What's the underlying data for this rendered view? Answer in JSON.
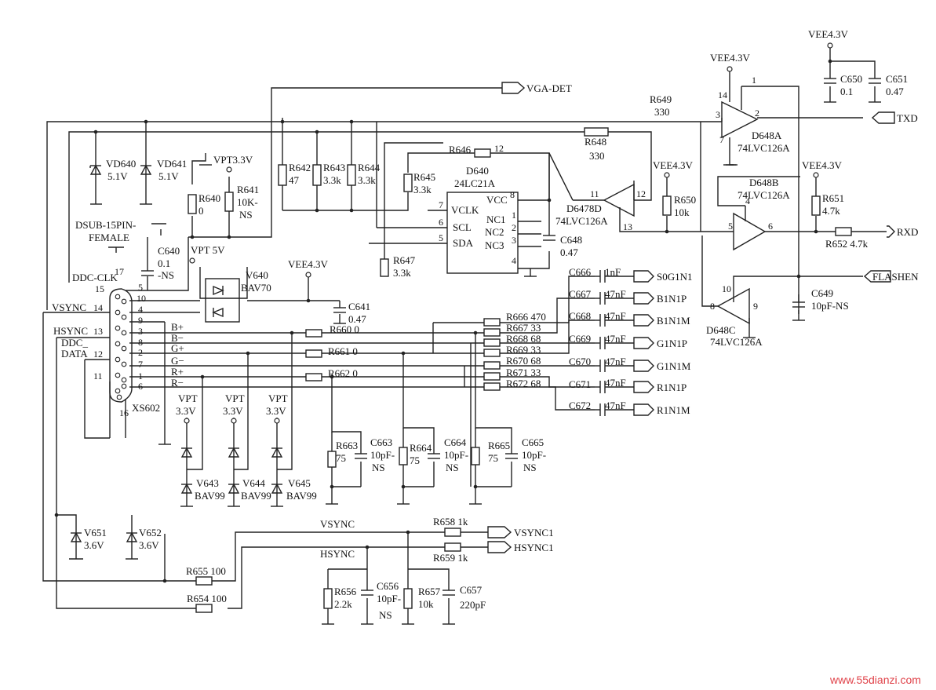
{
  "ports": {
    "vga_det": "VGA-DET",
    "txd": "TXD",
    "rxd": "RXD",
    "flashen": "FLASHEN",
    "s0g1n1": "S0G1N1",
    "b1n1p": "B1N1P",
    "b1n1m": "B1N1M",
    "g1n1p": "G1N1P",
    "g1n1m": "G1N1M",
    "r1n1p": "R1N1P",
    "r1n1m": "R1N1M",
    "vsync1": "VSYNC1",
    "hsync1": "HSYNC1"
  },
  "rails": {
    "vee": "VEE4.3V",
    "vpt33": "VPT3.3V",
    "vpt": "VPT",
    "v33": "3.3V",
    "vpt5": "VPT 5V"
  },
  "connector": {
    "name": "XS602",
    "type1": "DSUB-15PIN-",
    "type2": "FEMALE",
    "ddc_clk": "DDC-CLK",
    "vsync": "VSYNC",
    "hsync": "HSYNC",
    "ddc1": "DDC_",
    "ddc2": "DATA",
    "pins": [
      "15",
      "5",
      "10",
      "4",
      "9",
      "3",
      "8",
      "2",
      "7",
      "1",
      "6",
      "14",
      "13",
      "12",
      "11",
      "17",
      "16"
    ],
    "signals": [
      "B+",
      "B−",
      "G+",
      "G−",
      "R+",
      "R−"
    ]
  },
  "eeprom": {
    "ref": "D640",
    "part": "24LC21A",
    "pins_left": [
      "VCLK",
      "SCL",
      "SDA"
    ],
    "pins_right": [
      "VCC",
      "NC1",
      "NC2",
      "NC3"
    ],
    "pin_nums": [
      "7",
      "6",
      "5",
      "8",
      "1",
      "2",
      "3",
      "4"
    ]
  },
  "buffers": {
    "a": {
      "ref": "D648A",
      "part": "74LVC126A",
      "pins": [
        "1",
        "2",
        "3",
        "14",
        "7"
      ]
    },
    "b": {
      "ref": "D648B",
      "part": "74LVC126A",
      "pins": [
        "4",
        "5",
        "6"
      ]
    },
    "c": {
      "ref": "D648C",
      "part": "74LVC126A",
      "pins": [
        "10",
        "8",
        "9"
      ]
    },
    "d": {
      "ref": "D6478D",
      "part": "74LVC126A",
      "pins": [
        "11",
        "12",
        "13"
      ]
    }
  },
  "resistors": {
    "r649": "R649",
    "r649v": "330",
    "r648": "R648",
    "r648v": "330",
    "r646": "R646",
    "r646p": "12",
    "r642": "R642",
    "r642v": "47",
    "r643": "R643",
    "r643v": "3.3k",
    "r644": "R644",
    "r644v": "3.3k",
    "r645": "R645",
    "r645v": "3.3k",
    "r647": "R647",
    "r647v": "3.3k",
    "r640": "R640",
    "r640v": "0",
    "r641": "R641",
    "r641v1": "10K-",
    "r641v2": "NS",
    "r650": "R650",
    "r650v": "10k",
    "r651": "R651",
    "r651v": "4.7k",
    "r652": "R652 4.7k",
    "r660": "R660 0",
    "r661": "R661 0",
    "r662": "R662 0",
    "r666": "R666 470",
    "r667": "R667 33",
    "r668": "R668 68",
    "r669": "R669 33",
    "r670": "R670 68",
    "r671": "R671 33",
    "r672": "R672 68",
    "r663": "R663",
    "r664": "R664",
    "r665": "R665",
    "r75": "75",
    "r658": "R658 1k",
    "r659": "R659 1k",
    "r655": "R655 100",
    "r654": "R654 100",
    "r656": "R656",
    "r656v": "2.2k",
    "r657": "R657",
    "r657v": "10k"
  },
  "capacitors": {
    "c650": "C650",
    "c650v": "0.1",
    "c651": "C651",
    "c651v": "0.47",
    "c640": "C640",
    "c640v1": "0.1",
    "c640v2": "-NS",
    "c641": "C641",
    "c641v": "0.47",
    "c648": "C648",
    "c648v": "0.47",
    "c649": "C649",
    "c649v": "10pF-NS",
    "c666": "C666",
    "c666v": "1nF",
    "c667": "C667",
    "c668": "C668",
    "c669": "C669",
    "c670": "C670",
    "c671": "C671",
    "c672": "C672",
    "c47": "47nF",
    "c663": "C663",
    "c664": "C664",
    "c665": "C665",
    "c10p": "10pF-",
    "ns": "NS",
    "c656": "C656",
    "c656v1": "10pF-",
    "c656v2": "NS",
    "c657": "C657",
    "c657v": "220pF"
  },
  "diodes": {
    "vd640": "VD640",
    "vd641": "VD641",
    "v51": "5.1V",
    "v640": "V640",
    "v640p": "BAV70",
    "v643": "V643",
    "v644": "V644",
    "v645": "V645",
    "bav99": "BAV99",
    "v651": "V651",
    "v652": "V652",
    "v36": "3.6V"
  },
  "nets": {
    "vsync": "VSYNC",
    "hsync": "HSYNC"
  },
  "watermark": "www.55dianzi.com"
}
